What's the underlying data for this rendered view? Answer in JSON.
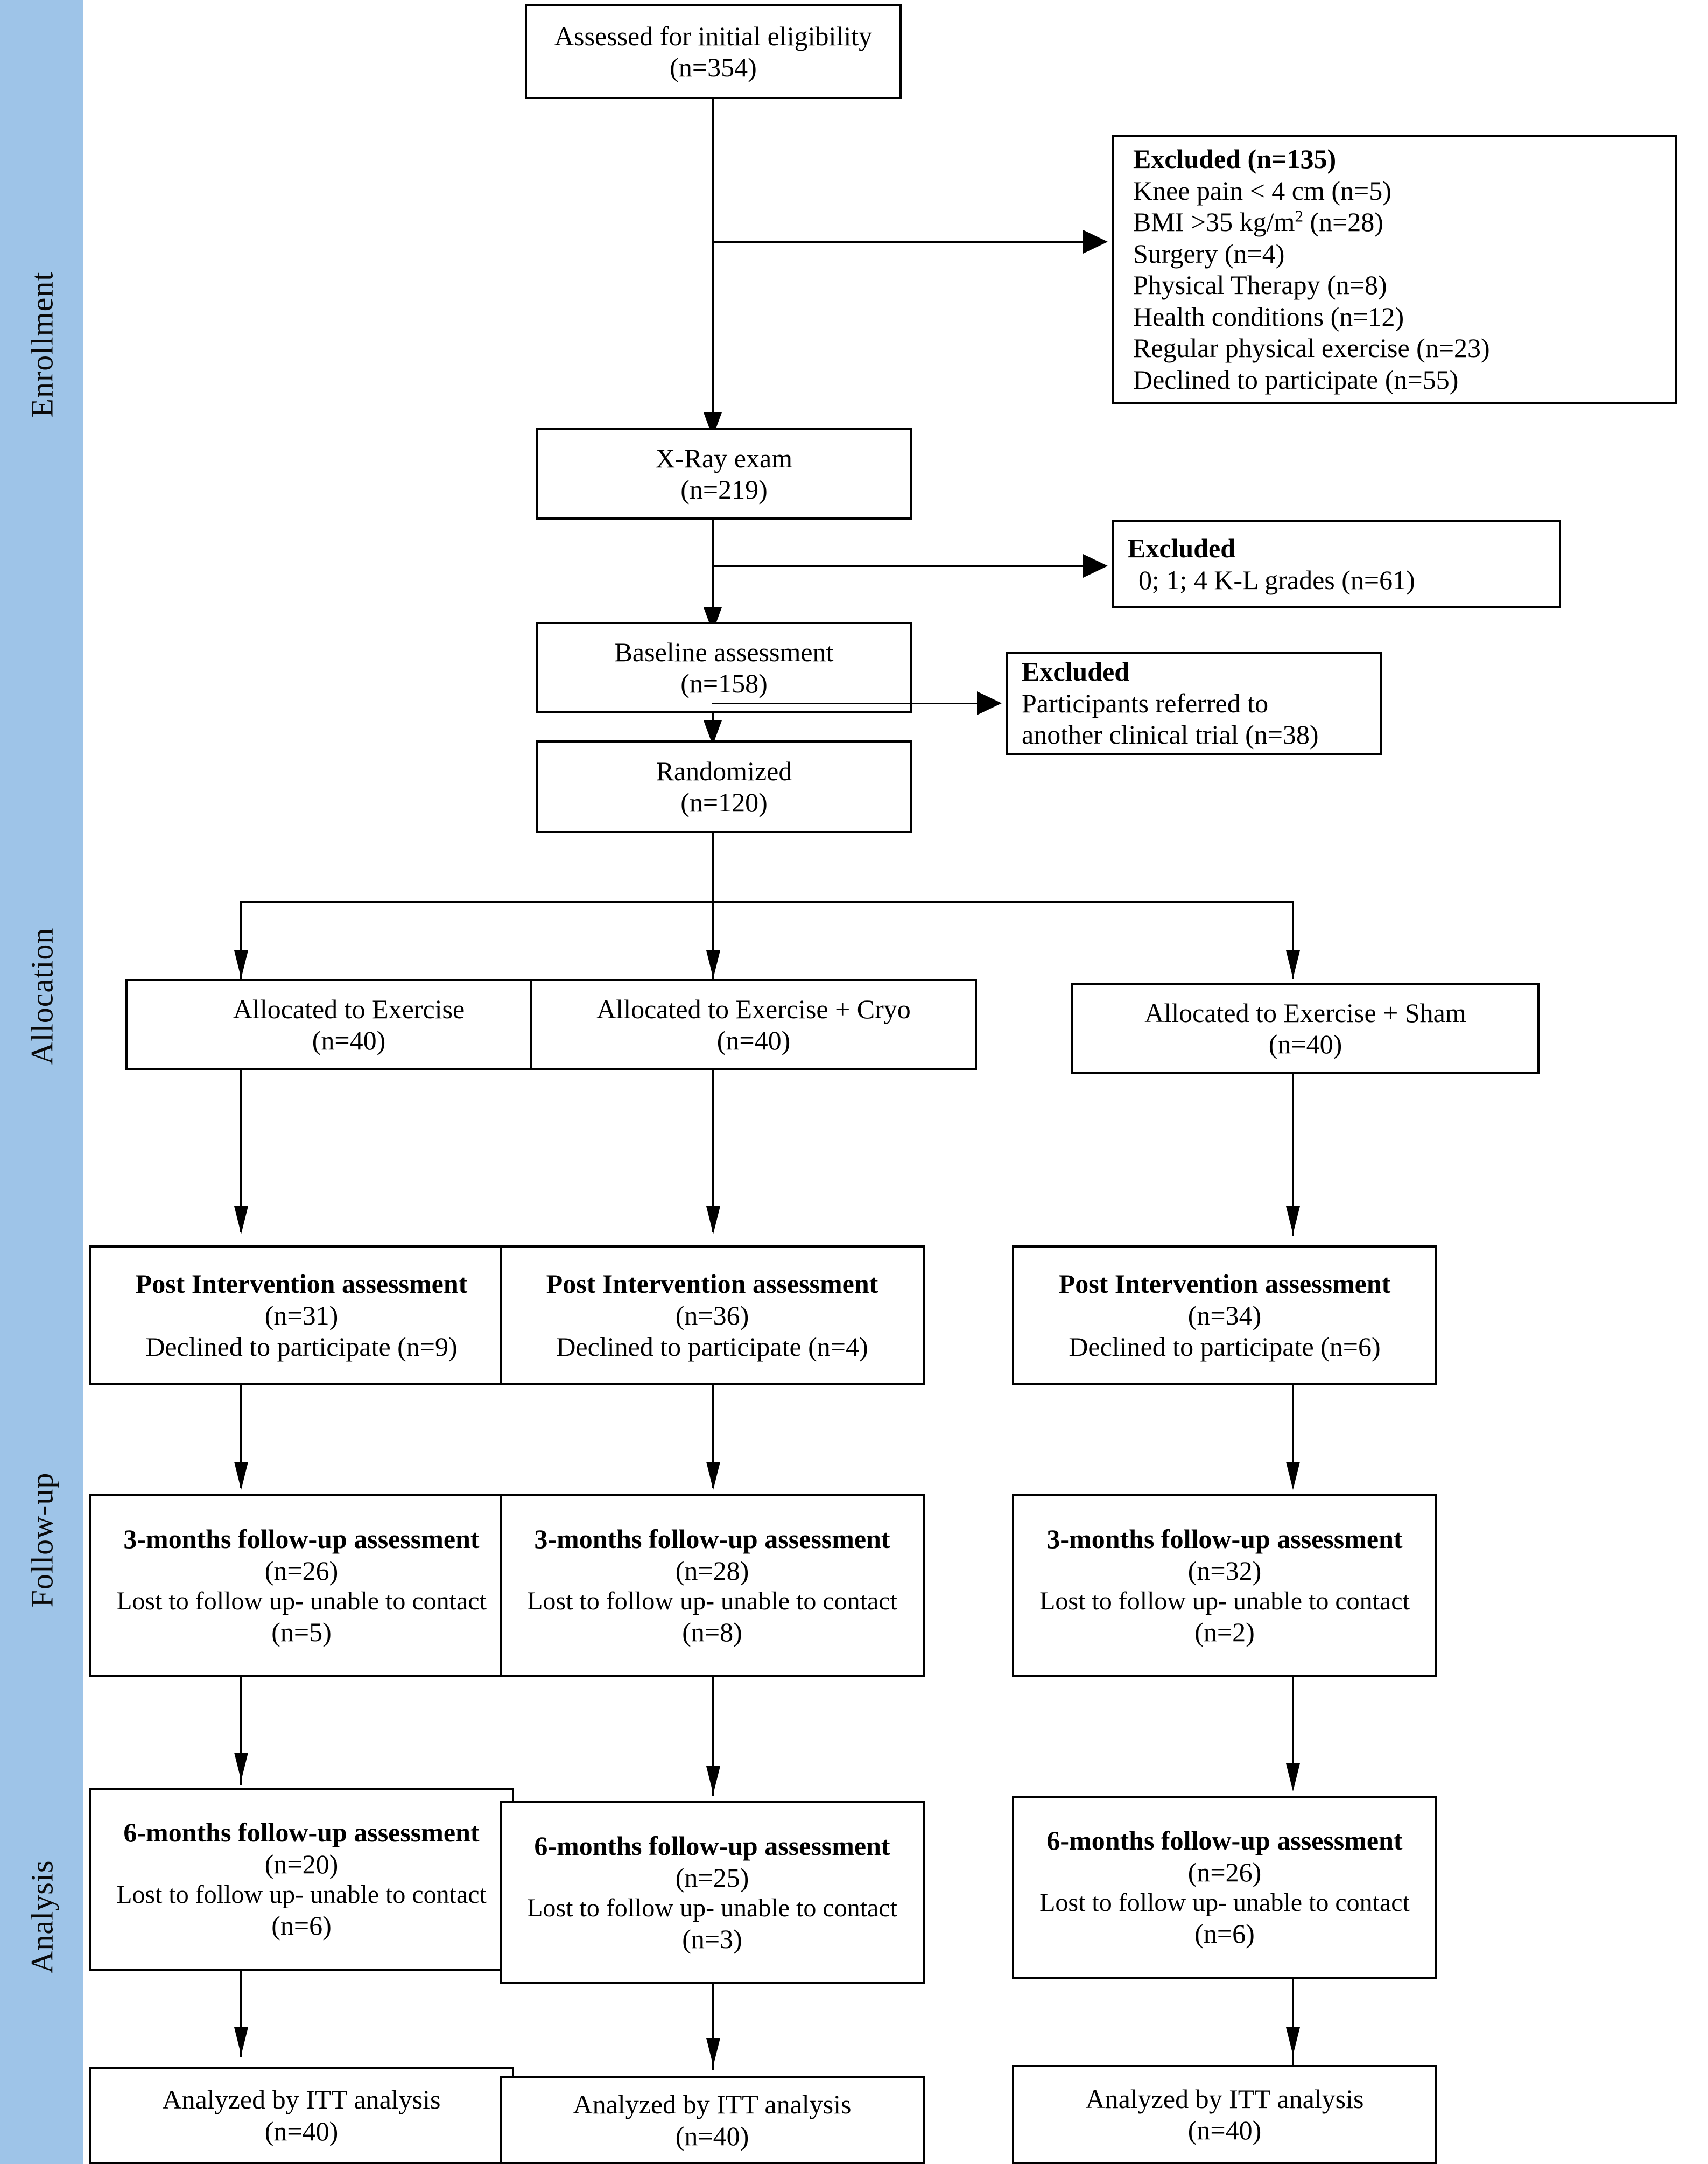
{
  "diagram": {
    "type": "consort-flow-diagram",
    "phases": [
      {
        "id": "enrollment",
        "label": "Enrollment"
      },
      {
        "id": "allocation",
        "label": "Allocation"
      },
      {
        "id": "followup",
        "label": "Follow-up"
      },
      {
        "id": "analysis",
        "label": "Analysis"
      }
    ],
    "band_color": "#9ec4e8"
  },
  "nodes": {
    "assessed": {
      "lines": [
        "Assessed for initial eligibility",
        "(n=354)"
      ]
    },
    "excluded_1": {
      "title": "Excluded  (n=135)",
      "reasons": [
        "Knee pain < 4 cm (n=5)",
        "BMI >35 kg/m2 (n=28)",
        "Surgery (n=4)",
        "Physical Therapy (n=8)",
        "Health conditions (n=12)",
        "Regular physical exercise  (n=23)",
        "Declined to participate (n=55)"
      ]
    },
    "xray": {
      "lines": [
        "X-Ray exam",
        "(n=219)"
      ]
    },
    "excluded_2": {
      "title": "Excluded",
      "reasons": [
        "0; 1; 4 K-L grades (n=61)"
      ]
    },
    "baseline": {
      "lines": [
        "Baseline assessment",
        "(n=158)"
      ]
    },
    "excluded_3": {
      "title": "Excluded",
      "reasons": [
        "Participants referred to",
        "another clinical trial (n=38)"
      ]
    },
    "randomized": {
      "lines": [
        "Randomized",
        "(n=120)"
      ]
    }
  },
  "arms": [
    {
      "id": "exercise",
      "allocation": {
        "lines": [
          "Allocated to Exercise",
          "(n=40)"
        ]
      },
      "post": {
        "lines": [
          "Post Intervention assessment",
          "(n=31)",
          "Declined to participate (n=9)"
        ]
      },
      "m3": {
        "lines": [
          "3-months follow-up assessment",
          "(n=26)",
          "Lost to follow up- unable to contact",
          "(n=5)"
        ]
      },
      "m6": {
        "lines": [
          "6-months follow-up assessment",
          "(n=20)",
          "Lost to follow up- unable to contact",
          "(n=6)"
        ]
      },
      "analysis": {
        "lines": [
          "Analyzed by ITT analysis",
          "(n=40)"
        ]
      }
    },
    {
      "id": "exercise-cryo",
      "allocation": {
        "lines": [
          "Allocated to Exercise + Cryo",
          "(n=40)"
        ]
      },
      "post": {
        "lines": [
          "Post Intervention assessment",
          "(n=36)",
          "Declined to participate (n=4)"
        ]
      },
      "m3": {
        "lines": [
          "3-months follow-up assessment",
          "(n=28)",
          "Lost to follow up- unable to contact",
          "(n=8)"
        ]
      },
      "m6": {
        "lines": [
          "6-months follow-up assessment",
          "(n=25)",
          "Lost to follow up- unable to contact",
          "(n=3)"
        ]
      },
      "analysis": {
        "lines": [
          "Analyzed by ITT analysis",
          "(n=40)"
        ]
      }
    },
    {
      "id": "exercise-sham",
      "allocation": {
        "lines": [
          "Allocated to Exercise + Sham",
          "(n=40)"
        ]
      },
      "post": {
        "lines": [
          "Post Intervention assessment",
          "(n=34)",
          "Declined to participate (n=6)"
        ]
      },
      "m3": {
        "lines": [
          "3-months follow-up assessment",
          "(n=32)",
          "Lost to follow up- unable to contact",
          "(n=2)"
        ]
      },
      "m6": {
        "lines": [
          "6-months follow-up assessment",
          "(n=26)",
          "Lost to follow up- unable to contact",
          "(n=6)"
        ]
      },
      "analysis": {
        "lines": [
          "Analyzed by ITT analysis",
          "(n=40)"
        ]
      }
    }
  ],
  "chart_data": {
    "type": "table",
    "title": "CONSORT participant flow",
    "stages": [
      {
        "stage": "Assessed for initial eligibility",
        "n": 354
      },
      {
        "stage": "Excluded",
        "n": 135
      },
      {
        "stage": "X-Ray exam",
        "n": 219
      },
      {
        "stage": "Excluded (0; 1; 4 K-L grades)",
        "n": 61
      },
      {
        "stage": "Baseline assessment",
        "n": 158
      },
      {
        "stage": "Excluded (referred to another clinical trial)",
        "n": 38
      },
      {
        "stage": "Randomized",
        "n": 120
      }
    ],
    "exclusion_reasons": {
      "categories": [
        "Knee pain < 4 cm",
        "BMI >35 kg/m2",
        "Surgery",
        "Physical Therapy",
        "Health conditions",
        "Regular physical exercise",
        "Declined to participate"
      ],
      "values": [
        5,
        28,
        4,
        8,
        12,
        23,
        55
      ]
    },
    "arms": [
      "Exercise",
      "Exercise + Cryo",
      "Exercise + Sham"
    ],
    "series": [
      {
        "name": "Allocated",
        "values": [
          40,
          40,
          40
        ]
      },
      {
        "name": "Post Intervention assessment",
        "values": [
          31,
          36,
          34
        ]
      },
      {
        "name": "Declined to participate (post)",
        "values": [
          9,
          4,
          6
        ]
      },
      {
        "name": "3-months follow-up assessment",
        "values": [
          26,
          28,
          32
        ]
      },
      {
        "name": "Lost to follow up (3 months)",
        "values": [
          5,
          8,
          2
        ]
      },
      {
        "name": "6-months follow-up assessment",
        "values": [
          20,
          25,
          26
        ]
      },
      {
        "name": "Lost to follow up (6 months)",
        "values": [
          6,
          3,
          6
        ]
      },
      {
        "name": "Analyzed by ITT analysis",
        "values": [
          40,
          40,
          40
        ]
      }
    ]
  }
}
